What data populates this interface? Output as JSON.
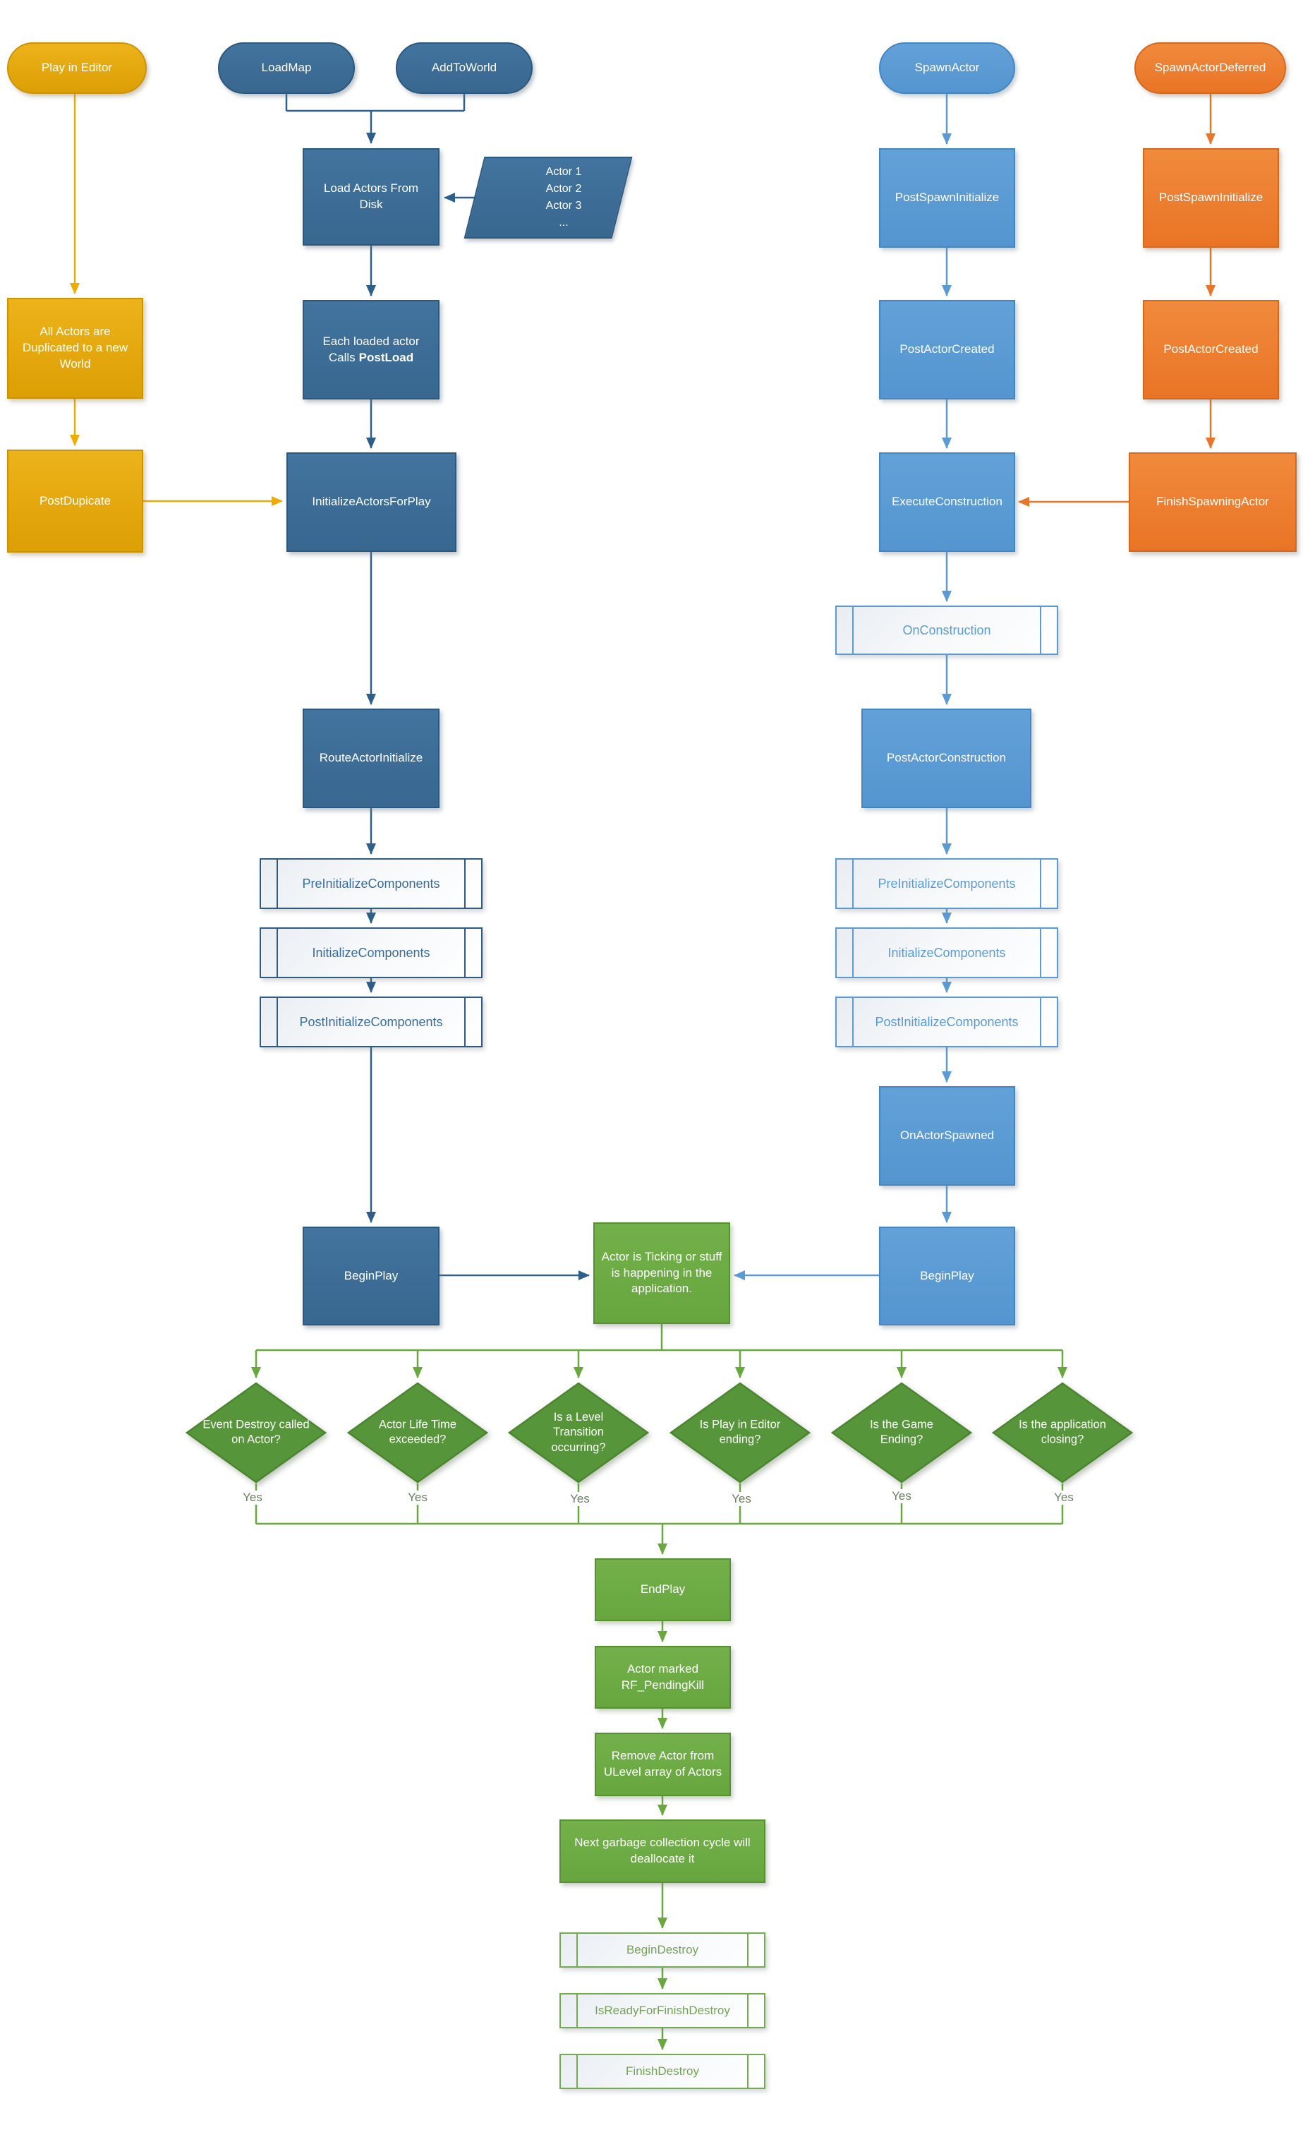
{
  "colors": {
    "gold": "#DC9F04",
    "dark_blue": "#38678F",
    "medium_blue": "#5B9BD5",
    "orange": "#EA7426",
    "green": "#67A63F",
    "diamond_green": "#57953A"
  },
  "editor_column": {
    "play_in_editor": "Play in Editor",
    "all_actors_duplicated": "All Actors are Duplicated to a new World",
    "post_dupicate": "PostDupicate"
  },
  "load_column": {
    "load_map": "LoadMap",
    "add_to_world": "AddToWorld",
    "load_actors_from_disk": "Load Actors From Disk",
    "actor_list": [
      "Actor 1",
      "Actor 2",
      "Actor 3",
      "..."
    ],
    "each_loaded_actor": "Each loaded actor",
    "calls": "Calls",
    "post_load": "PostLoad",
    "initialize_actors_for_play": "InitializeActorsForPlay",
    "route_actor_initialize": "RouteActorInitialize",
    "pre_initialize_components": "PreInitializeComponents",
    "initialize_components": "InitializeComponents",
    "post_initialize_components": "PostInitializeComponents",
    "begin_play": "BeginPlay"
  },
  "spawn_column": {
    "spawn_actor": "SpawnActor",
    "post_spawn_initialize": "PostSpawnInitialize",
    "post_actor_created": "PostActorCreated",
    "execute_construction": "ExecuteConstruction",
    "on_construction": "OnConstruction",
    "post_actor_construction": "PostActorConstruction",
    "pre_initialize_components": "PreInitializeComponents",
    "initialize_components": "InitializeComponents",
    "post_initialize_components": "PostInitializeComponents",
    "on_actor_spawned": "OnActorSpawned",
    "begin_play": "BeginPlay"
  },
  "deferred_column": {
    "spawn_actor_deferred": "SpawnActorDeferred",
    "post_spawn_initialize": "PostSpawnInitialize",
    "post_actor_created": "PostActorCreated",
    "finish_spawning_actor": "FinishSpawningActor"
  },
  "runtime": {
    "ticking": "Actor is Ticking or stuff is happening in the application."
  },
  "decisions": [
    {
      "label": "Event Destroy called on Actor?",
      "yes": "Yes"
    },
    {
      "label": "Actor Life Time exceeded?",
      "yes": "Yes"
    },
    {
      "label": "Is a Level Transition occurring?",
      "yes": "Yes"
    },
    {
      "label": "Is Play in Editor ending?",
      "yes": "Yes"
    },
    {
      "label": "Is the Game Ending?",
      "yes": "Yes"
    },
    {
      "label": "Is the application closing?",
      "yes": "Yes"
    }
  ],
  "destroy_chain": {
    "end_play": "EndPlay",
    "actor_marked": "Actor marked RF_PendingKill",
    "remove_actor": "Remove Actor from ULevel array of Actors",
    "next_garbage": "Next garbage collection cycle will deallocate it",
    "begin_destroy": "BeginDestroy",
    "is_ready_for_finish_destroy": "IsReadyForFinishDestroy",
    "finish_destroy": "FinishDestroy"
  }
}
